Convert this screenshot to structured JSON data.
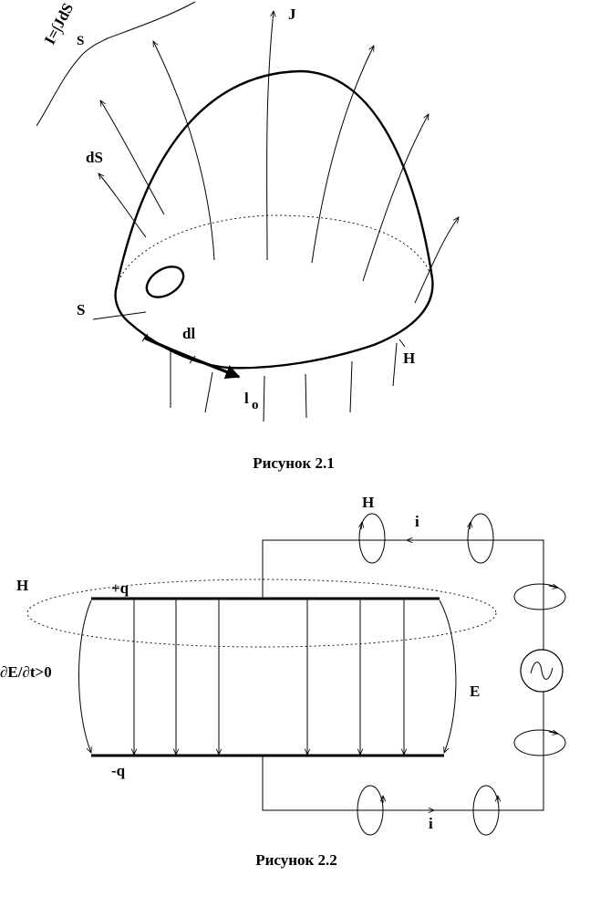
{
  "figure1": {
    "flux_formula": "I=∫JdS",
    "flux_formula_sub": "S",
    "label_J": "J",
    "label_dS": "dS",
    "label_S": "S",
    "label_dl": "dl",
    "label_H": "H",
    "label_l0": "l",
    "label_l0_sub": "o",
    "caption": "Рисунок 2.1"
  },
  "figure2": {
    "label_H_top": "H",
    "label_i_top": "i",
    "label_H_left": "H",
    "label_plus_q": "+q",
    "label_dEdt": "∂E/∂t>0",
    "label_E": "E",
    "label_minus_q": "-q",
    "label_i_bottom": "i",
    "caption": "Рисунок 2.2"
  }
}
